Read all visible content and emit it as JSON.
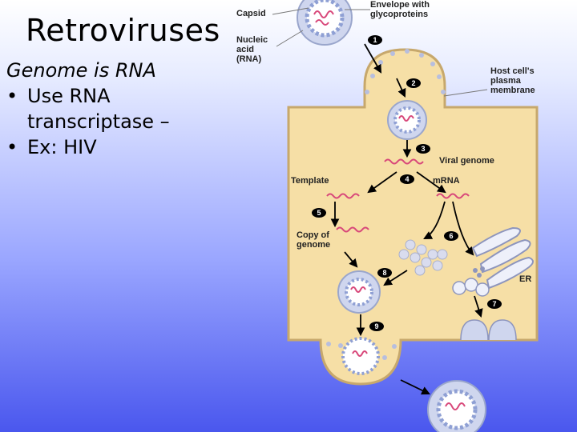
{
  "slide": {
    "title": "Retroviruses",
    "lead": "Genome is RNA",
    "bullets": [
      {
        "bullet": "•",
        "line1": "Use RNA",
        "line2": "transcriptase –"
      },
      {
        "bullet": "•",
        "line1": "Ex: HIV"
      }
    ]
  },
  "diagram": {
    "labels": {
      "capsid": "Capsid",
      "envelope_1": "Envelope with",
      "envelope_2": "glycoproteins",
      "nucleic_1": "Nucleic",
      "nucleic_2": "acid",
      "nucleic_3": "(RNA)",
      "host_1": "Host cell's",
      "host_2": "plasma",
      "host_3": "membrane",
      "viral_genome": "Viral genome",
      "template": "Template",
      "mrna": "mRNA",
      "copy_1": "Copy of",
      "copy_2": "genome",
      "er": "ER"
    },
    "steps": [
      "1",
      "2",
      "3",
      "4",
      "5",
      "6",
      "7",
      "8",
      "9"
    ],
    "colors": {
      "cell": "#f6dfa6",
      "cell_border": "#c7a86c",
      "rna": "#d8487a",
      "capsid": "#8fa0d4",
      "envelope": "#cfd6ee"
    }
  }
}
